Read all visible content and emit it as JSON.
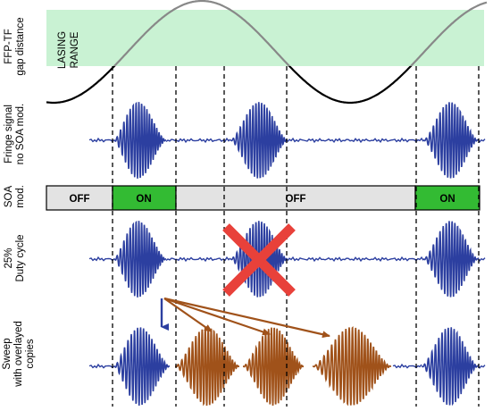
{
  "lasing_band": {
    "label_line1": "LASING",
    "label_line2": "RANGE",
    "color": "#c9f2d3"
  },
  "row_labels": {
    "gap_distance": [
      "FFP-TF",
      "gap distance"
    ],
    "fringe_signal": [
      "Fringe signal",
      "no SOA mod."
    ],
    "soa_mod": [
      "SOA",
      "mod."
    ],
    "duty_cycle": [
      "25%",
      "Duty cycle"
    ],
    "sweep": [
      "Sweep",
      "with overlayed",
      "copies"
    ]
  },
  "soa_segments": [
    {
      "label": "OFF",
      "state": "off"
    },
    {
      "label": "ON",
      "state": "on"
    },
    {
      "label": "OFF",
      "state": "off"
    },
    {
      "label": "ON",
      "state": "on"
    }
  ],
  "colors": {
    "signal_blue": "#2c3fa0",
    "copy_brown": "#a0521a",
    "soa_on": "#33bb33",
    "soa_off": "#e3e3e3",
    "cross_red": "#e8413a",
    "sine_in_range": "#888888",
    "sine_out_range": "#000000"
  },
  "icons": {
    "blocked_marker": "red-x-icon",
    "copy_arrows": "arrow-icon"
  }
}
